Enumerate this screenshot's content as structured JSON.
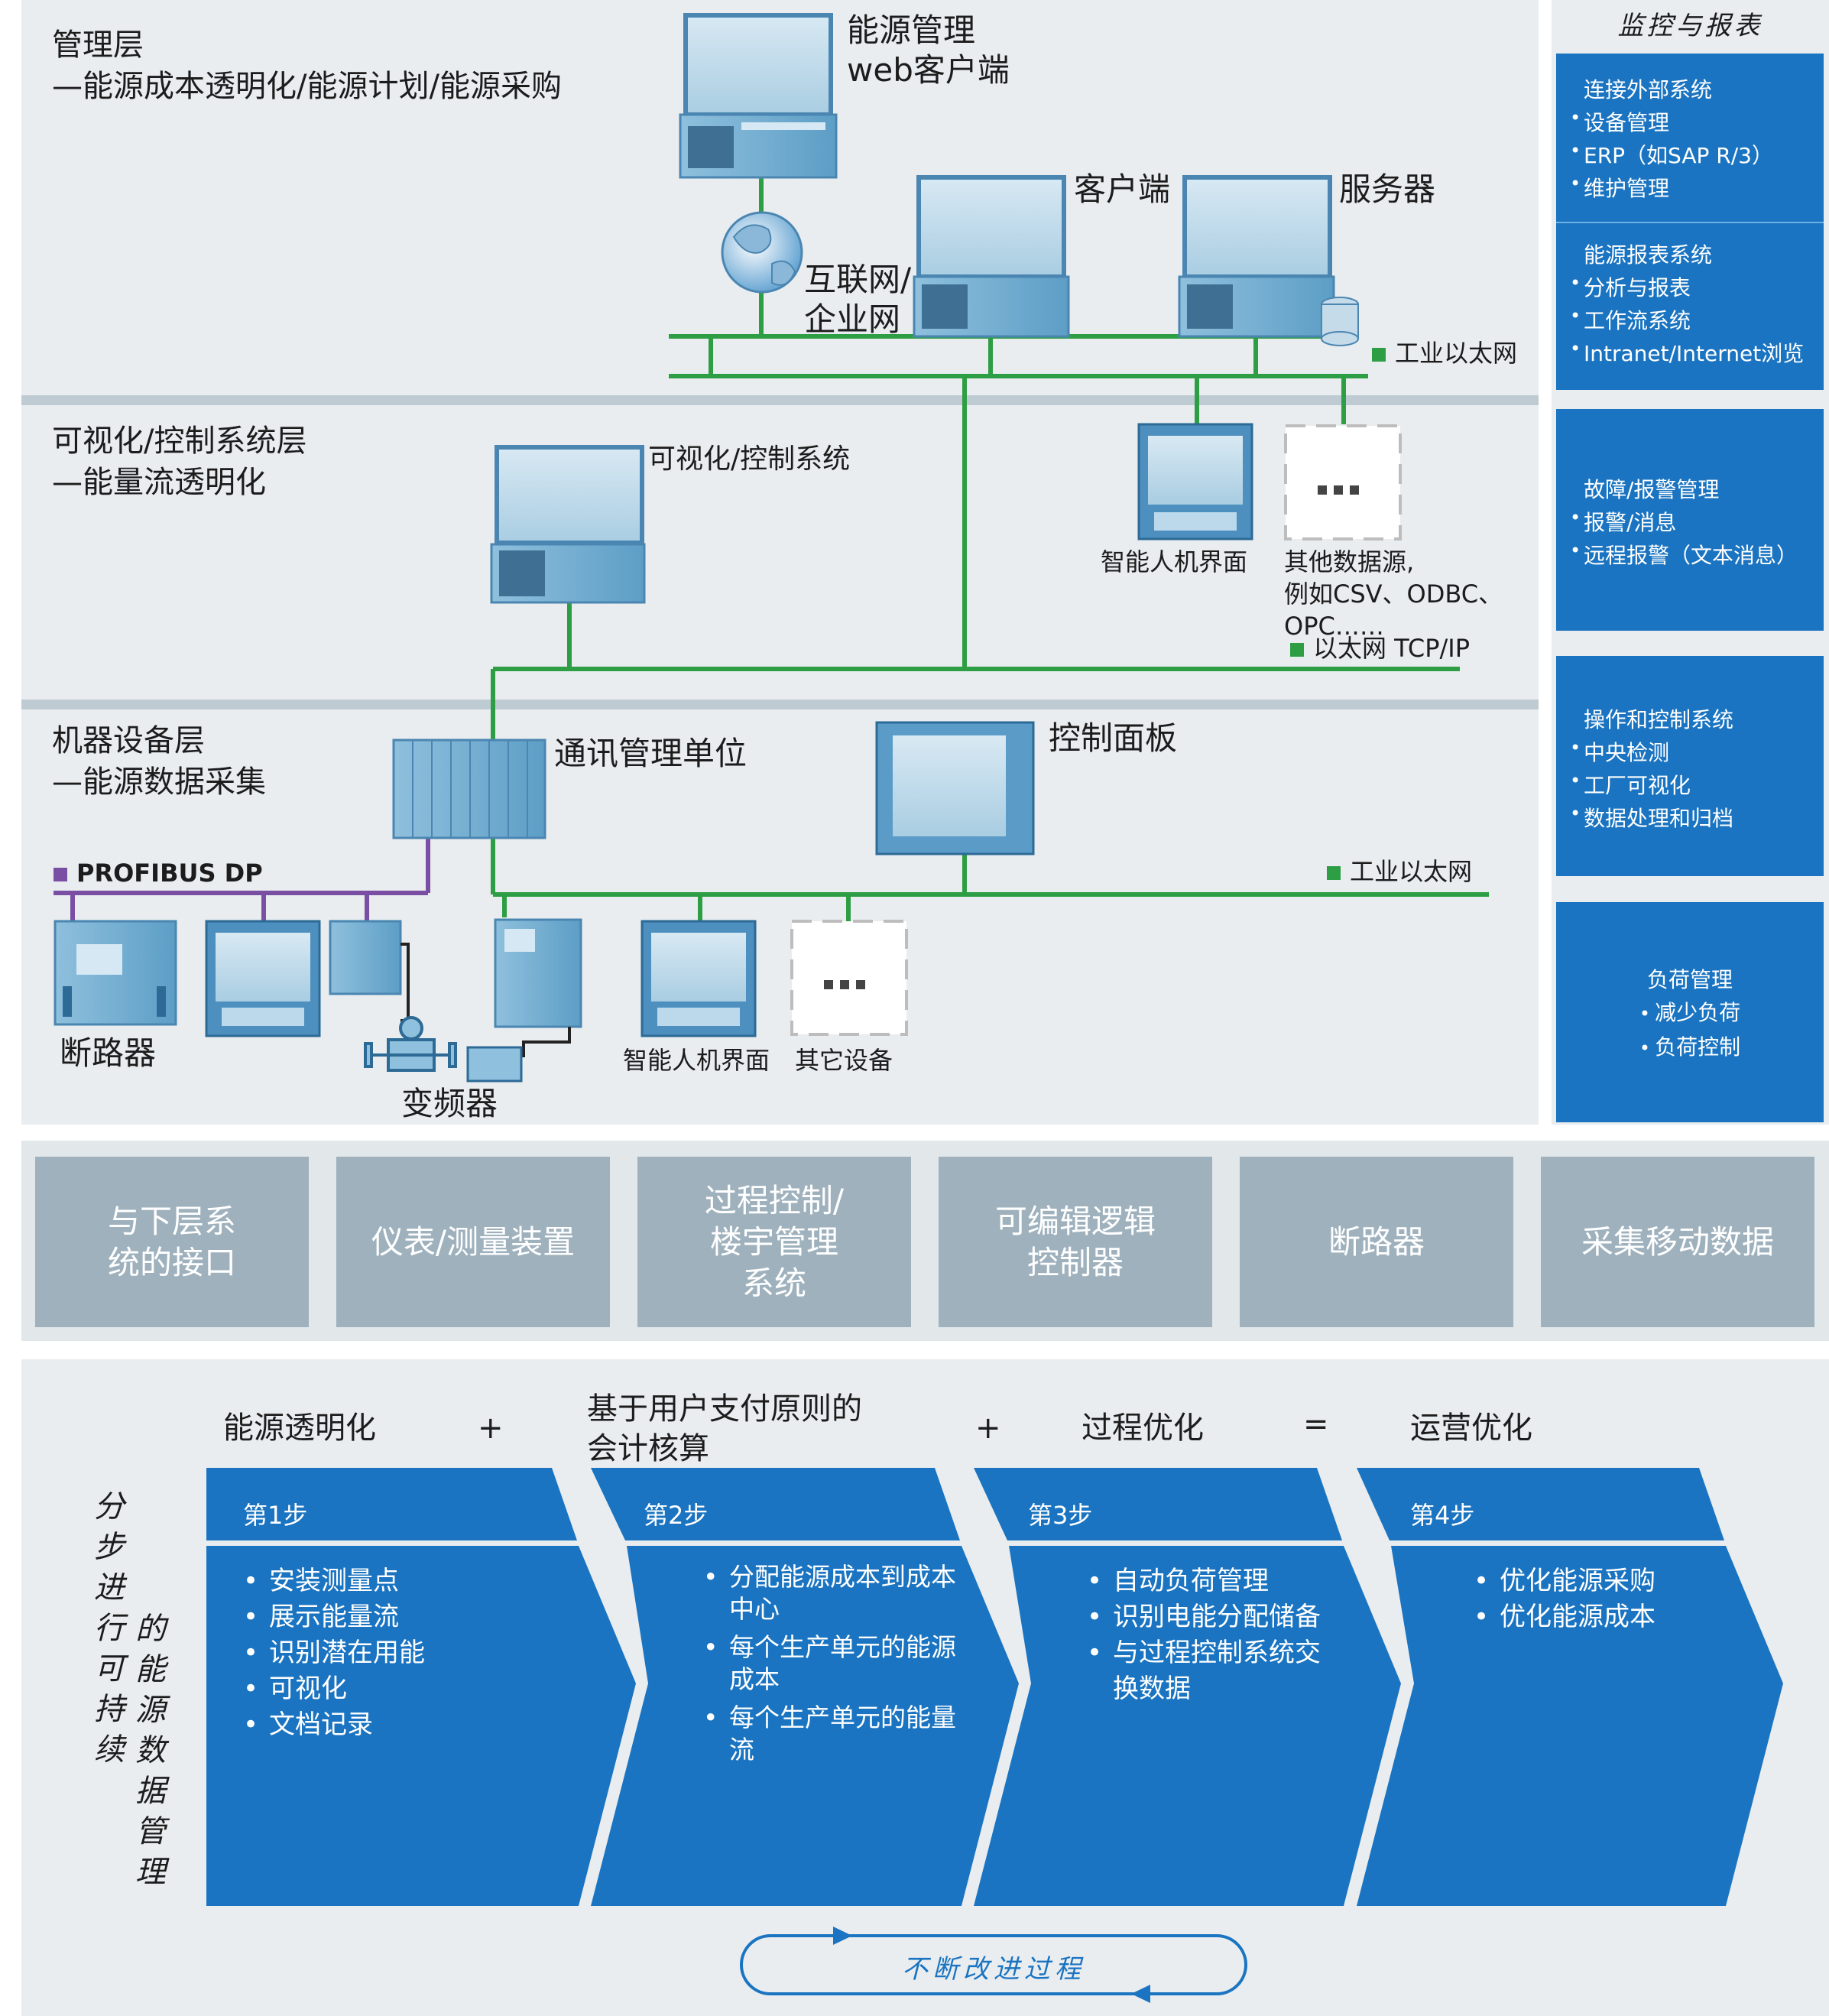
{
  "layers": {
    "management": {
      "title": "管理层",
      "subtitle": "—能源成本透明化/能源计划/能源采购"
    },
    "visualization": {
      "title": "可视化/控制系统层",
      "subtitle": "—能量流透明化"
    },
    "machine": {
      "title": "机器设备层",
      "subtitle": "—能源数据采集"
    }
  },
  "devices": {
    "web_client_1": "能源管理",
    "web_client_2": "web客户端",
    "internet_1": "互联网/",
    "internet_2": "企业网",
    "client": "客户端",
    "server": "服务器",
    "vis_system": "可视化/控制系统",
    "hmi_top": "智能人机界面",
    "other_sources_1": "其他数据源,",
    "other_sources_2": "例如CSV、ODBC、",
    "other_sources_3": "OPC……",
    "comm_unit": "通讯管理单位",
    "control_panel": "控制面板",
    "breaker": "断路器",
    "vfd": "变频器",
    "hmi_bottom": "智能人机界面",
    "other_devices": "其它设备",
    "ellipsis": "···"
  },
  "networks": {
    "industrial_ethernet_top": "工业以太网",
    "ethernet_tcpip": "以太网 TCP/IP",
    "industrial_ethernet_bottom": "工业以太网",
    "profibus": "PROFIBUS DP"
  },
  "colors": {
    "network": "#2e9e44",
    "profibus": "#7a4fa3",
    "blue": "#1a74c1",
    "panel": "#e9edf0",
    "grey_box": "#9eb1bd"
  },
  "sidebar": {
    "title": "监控与报表",
    "box1": {
      "head": "连接外部系统",
      "items": [
        "设备管理",
        "ERP（如SAP R/3）",
        "维护管理"
      ]
    },
    "box2": {
      "head": "能源报表系统",
      "items": [
        "分析与报表",
        "工作流系统",
        "Intranet/Internet浏览"
      ]
    },
    "box3": {
      "head": "故障/报警管理",
      "items": [
        "报警/消息",
        "远程报警（文本消息）"
      ]
    },
    "box4": {
      "head": "操作和控制系统",
      "items": [
        "中央检测",
        "工厂可视化",
        "数据处理和归档"
      ]
    },
    "box5": {
      "head": "负荷管理",
      "items": [
        "减少负荷",
        "负荷控制"
      ]
    }
  },
  "interfaces": [
    {
      "line1": "与下层系",
      "line2": "统的接口",
      "line3": ""
    },
    {
      "line1": "仪表/测量装置",
      "line2": "",
      "line3": ""
    },
    {
      "line1": "过程控制/",
      "line2": "楼宇管理",
      "line3": "系统"
    },
    {
      "line1": "可编辑逻辑",
      "line2": "控制器",
      "line3": ""
    },
    {
      "line1": "断路器",
      "line2": "",
      "line3": ""
    },
    {
      "line1": "采集移动数据",
      "line2": "",
      "line3": ""
    }
  ],
  "process": {
    "headers": {
      "h1": "能源透明化",
      "op1": "+",
      "h2_line1": "基于用户支付原则的",
      "h2_line2": "会计核算",
      "op2": "+",
      "h3": "过程优化",
      "op3": "=",
      "h4": "运营优化"
    },
    "side_label_col1": [
      "分",
      "步",
      "进",
      "行",
      "可",
      "持",
      "续"
    ],
    "side_label_col2": [
      "的",
      "能",
      "源",
      "数",
      "据",
      "管",
      "理"
    ],
    "steps": [
      {
        "label": "第1步",
        "items": [
          "安装测量点",
          "展示能量流",
          "识别潜在用能",
          "可视化",
          "文档记录"
        ]
      },
      {
        "label": "第2步",
        "items": [
          "分配能源成本到成本",
          "中心",
          "每个生产单元的能源",
          "成本",
          "每个生产单元的能量",
          "流"
        ]
      },
      {
        "label": "第3步",
        "items": [
          "自动负荷管理",
          "识别电能分配储备",
          "与过程控制系统交",
          "换数据"
        ]
      },
      {
        "label": "第4步",
        "items": [
          "优化能源采购",
          "优化能源成本"
        ]
      }
    ],
    "cycle": "不断改进过程"
  }
}
